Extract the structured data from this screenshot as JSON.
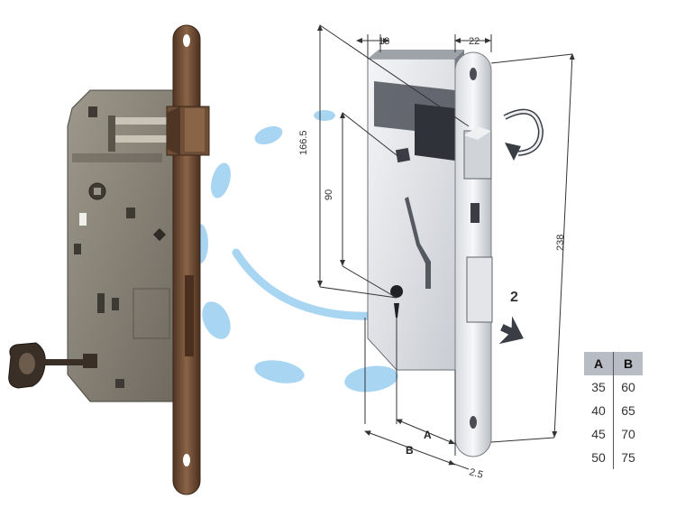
{
  "dimensions": {
    "backset_width": "13",
    "faceplate_width": "22",
    "latch_to_key_distance": "166.5",
    "follower_to_key_distance": "90",
    "faceplate_height": "238",
    "label_a": "A",
    "label_b": "B",
    "faceplate_thickness": "2.5"
  },
  "annotations": {
    "latch_rotate_icon": "rotate-arrow-icon",
    "push_direction_number": "2"
  },
  "size_table": {
    "headers": [
      "A",
      "B"
    ],
    "rows": [
      [
        "35",
        "60"
      ],
      [
        "40",
        "65"
      ],
      [
        "45",
        "70"
      ],
      [
        "50",
        "75"
      ]
    ]
  },
  "colors": {
    "bronze_plate": "#6b4a32",
    "lock_body": "#8a8578",
    "steel_body": "#e4e6ea",
    "accent_blue": "#8cc8ee",
    "table_header": "#b8bcc4"
  }
}
